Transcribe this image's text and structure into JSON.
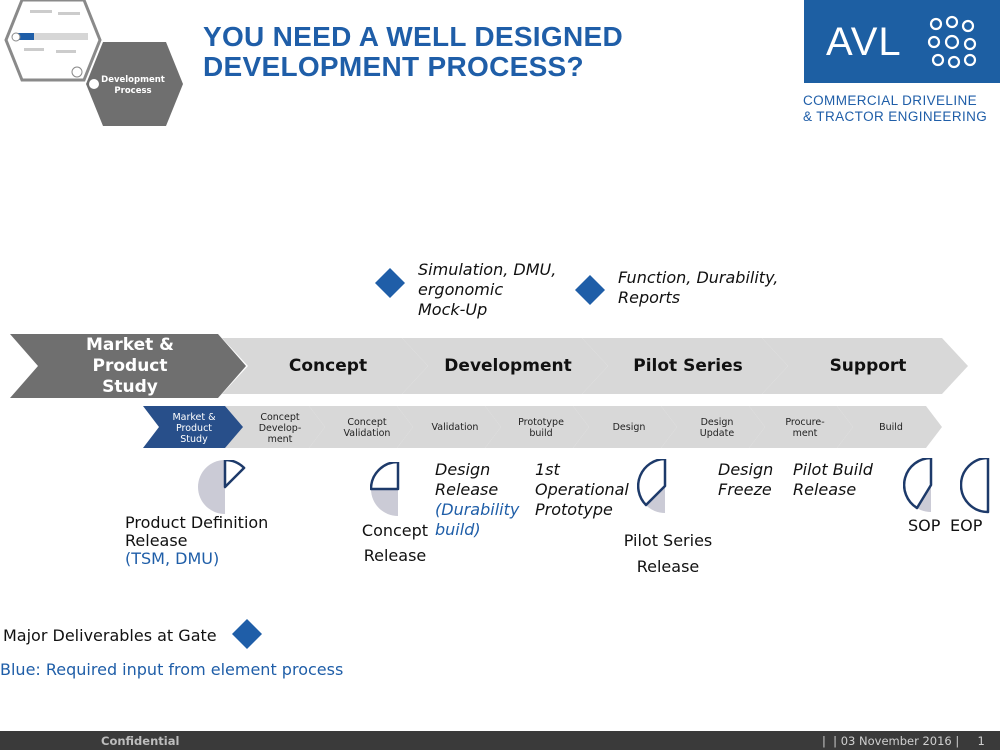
{
  "header": {
    "title_line1": "YOU NEED A WELL DESIGNED",
    "title_line2": "DEVELOPMENT PROCESS?",
    "nav_hex_label_line1": "Development",
    "nav_hex_label_line2": "Process"
  },
  "brand": {
    "logo_text": "AVL",
    "subtitle_line1": "COMMERCIAL DRIVELINE",
    "subtitle_line2": "& TRACTOR ENGINEERING",
    "color": "#1d5fa3"
  },
  "deliverables_top": [
    {
      "line1": "Simulation, DMU,",
      "line2": "ergonomic",
      "line3": "Mock-Up"
    },
    {
      "line1": "Function, Durability,",
      "line2": "Reports"
    }
  ],
  "phases": [
    {
      "line1": "Market &",
      "line2": "Product",
      "line3": "Study",
      "active": true
    },
    {
      "label": "Concept"
    },
    {
      "label": "Development"
    },
    {
      "label": "Pilot Series"
    },
    {
      "label": "Support"
    }
  ],
  "subphases": [
    {
      "line1": "Market &",
      "line2": "Product",
      "line3": "Study",
      "active": true
    },
    {
      "line1": "Concept",
      "line2": "Develop-",
      "line3": "ment"
    },
    {
      "line1": "Concept",
      "line2": "Validation"
    },
    {
      "line1": "Validation"
    },
    {
      "line1": "Prototype",
      "line2": "build"
    },
    {
      "line1": "Design"
    },
    {
      "line1": "Design",
      "line2": "Update"
    },
    {
      "line1": "Procure-",
      "line2": "ment"
    },
    {
      "line1": "Build"
    }
  ],
  "gates": {
    "product_definition": {
      "line1": "Product Definition",
      "line2": "Release",
      "line3": "(TSM, DMU)",
      "fill": 0.125
    },
    "concept_release": {
      "line1": "Concept",
      "line2": "Release",
      "fill": 0.25
    },
    "design_release": {
      "line1": "Design",
      "line2": "Release",
      "line3": "(Durability",
      "line4": "build)"
    },
    "operational_prototype": {
      "line1": "1st",
      "line2": "Operational",
      "line3": "Prototype"
    },
    "pilot_series_release": {
      "line1": "Pilot Series",
      "line2": "Release",
      "fill": 0.375
    },
    "design_freeze": {
      "line1": "Design",
      "line2": "Freeze"
    },
    "pilot_build_release": {
      "line1": "Pilot Build",
      "line2": "Release"
    },
    "sop": {
      "label": "SOP",
      "fill": 0.4
    },
    "eop": {
      "label": "EOP",
      "fill": 0.5
    }
  },
  "legend": {
    "deliverables": "Major Deliverables at Gate",
    "blue_note": "Blue: Required input from element process",
    "accent": "#1f5ea8"
  },
  "footer": {
    "confidential": "Confidential",
    "date": "|  | 03 November 2016 |     1"
  }
}
